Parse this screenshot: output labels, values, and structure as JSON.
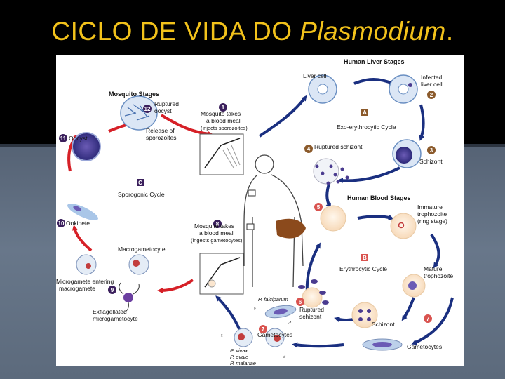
{
  "slide": {
    "title_main": "CICLO DE VIDA DO ",
    "title_italic": "Plasmodium",
    "title_end": "."
  },
  "diagram": {
    "mosquito_stages": "Mosquito Stages",
    "human_liver_stages": "Human Liver Stages",
    "human_blood_stages": "Human Blood Stages",
    "step1": "1",
    "mosquito_takes_1": "Mosquito takes",
    "blood_meal_1": "a blood meal",
    "injects_sporozoites": "(injects sporozoites)",
    "liver_cell": "Liver cell",
    "infected_liver_1": "Infected",
    "infected_liver_2": "liver cell",
    "step2": "2",
    "letter_a": "A",
    "exo_cycle": "Exo-erythrocytic Cycle",
    "step3": "3",
    "schizont_liver": "Schizont",
    "step4": "4",
    "ruptured_schizont_liver": "Ruptured schizont",
    "step5": "5",
    "immature_1": "Immature",
    "immature_2": "trophozoite",
    "immature_3": "(ring stage)",
    "letter_b": "B",
    "erythrocytic_cycle": "Erythrocytic Cycle",
    "mature_1": "Mature",
    "mature_2": "trophozoite",
    "step6": "6",
    "ruptured_blood_1": "Ruptured",
    "ruptured_blood_2": "schizont",
    "schizont_blood": "Schizont",
    "step7": "7",
    "gametocytes_right": "Gametocytes",
    "p_falciparum": "P. falciparum",
    "step7b": "7",
    "gametocytes_center": "Gametocytes",
    "p_vivax": "P. vivax",
    "p_ovale": "P. ovale",
    "p_malariae": "P. malariae",
    "female_symbol": "♀",
    "male_symbol": "♂",
    "step8": "8",
    "mosquito_takes_8": "Mosquito takes",
    "blood_meal_8": "a blood meal",
    "ingests_gametocytes": "(ingests gametocytes)",
    "step12": "12",
    "ruptured_oocyst_1": "Ruptured",
    "ruptured_oocyst_2": "oocyst",
    "release_1": "Release of",
    "release_2": "sporozoites",
    "step11": "11",
    "oocyst": "Oocyst",
    "letter_c": "C",
    "sporogonic_cycle": "Sporogonic Cycle",
    "step10": "10",
    "ookinete": "Ookinete",
    "macrogametocyte": "Macrogametocyte",
    "microgamete_1": "Microgamete entering",
    "microgamete_2": "macrogamete",
    "step9": "9",
    "exflagellated_1": "Exflagellated",
    "exflagellated_2": "microgametocyte"
  },
  "colors": {
    "title": "#f2c21b",
    "human_arrow": "#1a2f80",
    "mosquito_arrow": "#d62027",
    "step_number_dark": "#3a1f5c",
    "step_number_red": "#d9534f",
    "step_number_brown": "#8b5a2b",
    "liver_organ": "#8b4a1c",
    "rbc": "#fbe6cf",
    "parasite": "#4a3b8f"
  }
}
